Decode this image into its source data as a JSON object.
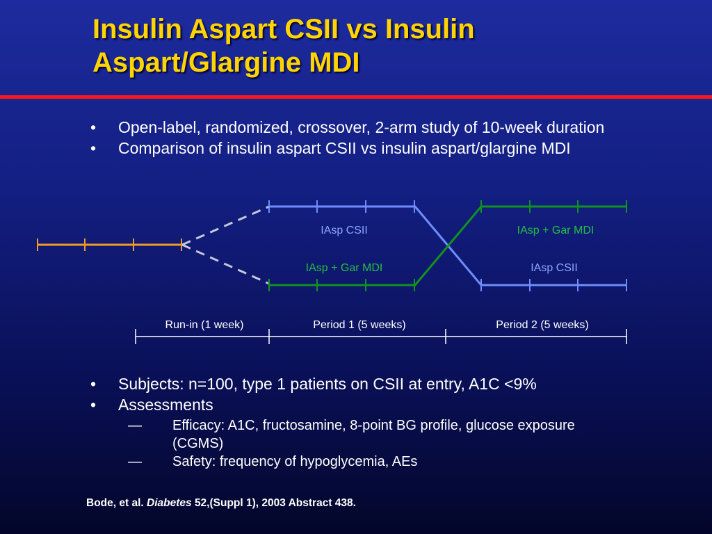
{
  "slide": {
    "title_line1": "Insulin Aspart CSII vs Insulin",
    "title_line2": "Aspart/Glargine MDI"
  },
  "bullets_top": [
    "Open-label, randomized, crossover, 2-arm study of 10-week duration",
    "Comparison of insulin aspart CSII vs insulin aspart/glargine MDI"
  ],
  "diagram": {
    "arm_labels": {
      "period1_upper": "IAsp CSII",
      "period2_upper": "IAsp + Gar MDI",
      "period1_lower": "IAsp + Gar MDI",
      "period2_lower": "IAsp CSII"
    },
    "timeline": {
      "runin": "Run-in (1 week)",
      "period1": "Period 1 (5 weeks)",
      "period2": "Period 2 (5 weeks)"
    },
    "colors": {
      "runin_line": "#f59a23",
      "csii_line": "#6f8dff",
      "mdi_line": "#11931f",
      "dashed_line": "#c4c9dc",
      "label_csii": "#8ea6ff",
      "label_mdi": "#22c040",
      "timeline": "#ffffff"
    }
  },
  "bullets_bottom": {
    "subjects": "Subjects: n=100, type 1 patients on CSII at entry, A1C <9%",
    "assessments": "Assessments",
    "sub_items": [
      "Efficacy: A1C, fructosamine, 8-point BG profile, glucose exposure (CGMS)",
      "Safety: frequency of hypoglycemia, AEs"
    ]
  },
  "citation": {
    "authors": "Bode, et al.",
    "journal": "Diabetes",
    "details": "52,(Suppl 1), 2003 Abstract 438."
  }
}
